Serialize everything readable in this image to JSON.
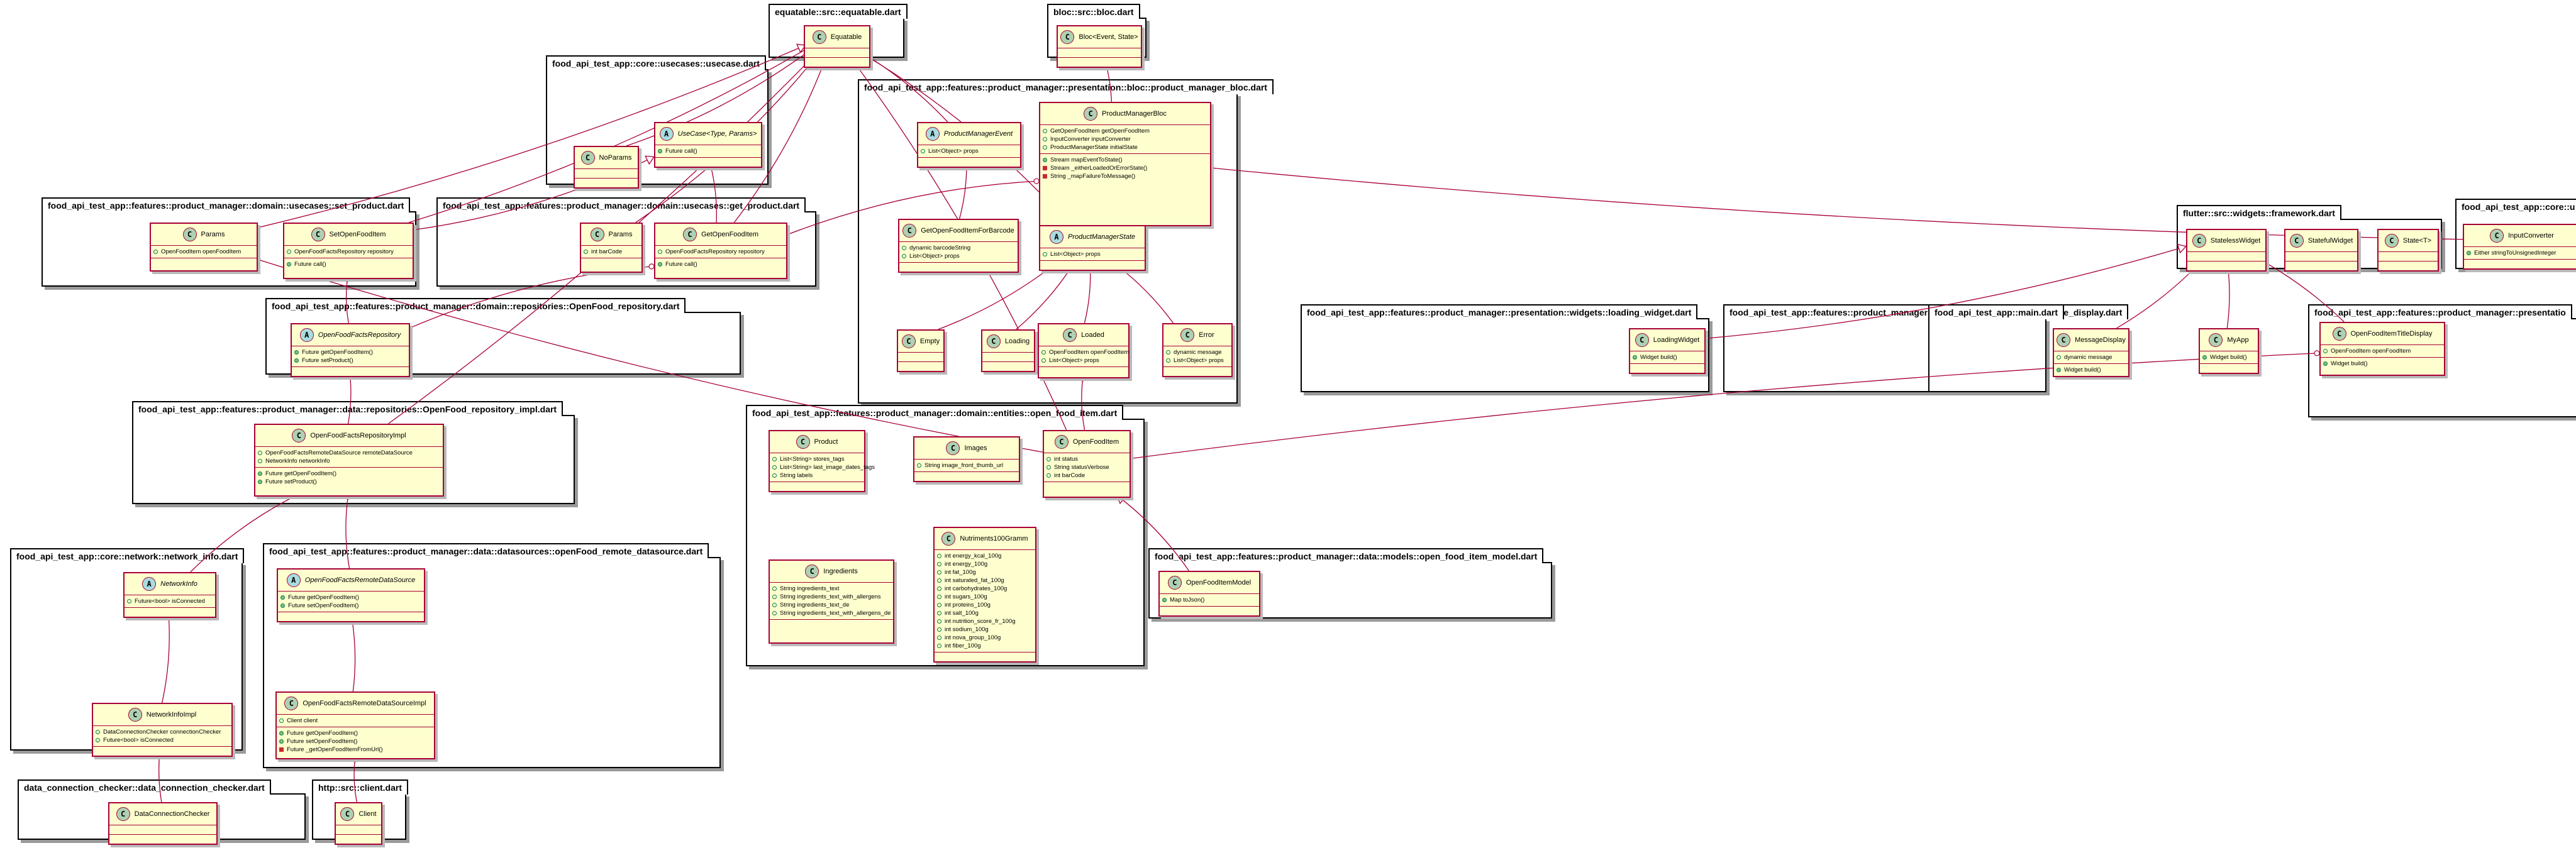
{
  "packages": [
    {
      "id": "p_equatable",
      "title": "equatable::src::equatable.dart"
    },
    {
      "id": "p_bloc",
      "title": "bloc::src::bloc.dart"
    },
    {
      "id": "p_usecase",
      "title": "food_api_test_app::core::usecases::usecase.dart"
    },
    {
      "id": "p_pmbloc",
      "title": "food_api_test_app::features::product_manager::presentation::bloc::product_manager_bloc.dart"
    },
    {
      "id": "p_setop",
      "title": "food_api_test_app::features::product_manager::domain::usecases::set_product.dart"
    },
    {
      "id": "p_getop",
      "title": "food_api_test_app::features::product_manager::domain::usecases::get_product.dart"
    },
    {
      "id": "p_repo",
      "title": "food_api_test_app::features::product_manager::domain::repositories::OpenFood_repository.dart"
    },
    {
      "id": "p_repoimpl",
      "title": "food_api_test_app::features::product_manager::data::repositories::OpenFood_repository_impl.dart"
    },
    {
      "id": "p_entities",
      "title": "food_api_test_app::features::product_manager::domain::entities::open_food_item.dart"
    },
    {
      "id": "p_network",
      "title": "food_api_test_app::core::network::network_info.dart"
    },
    {
      "id": "p_datasource",
      "title": "food_api_test_app::features::product_manager::data::datasources::openFood_remote_datasource.dart"
    },
    {
      "id": "p_dcc",
      "title": "data_connection_checker::data_connection_checker.dart"
    },
    {
      "id": "p_http",
      "title": "http::src::client.dart"
    },
    {
      "id": "p_model",
      "title": "food_api_test_app::features::product_manager::data::models::open_food_item_model.dart"
    },
    {
      "id": "p_loading",
      "title": "food_api_test_app::features::product_manager::presentation::widgets::loading_widget.dart"
    },
    {
      "id": "p_message",
      "title": "food_api_test_app::features::product_manager::presentation::widgets::message_display.dart"
    },
    {
      "id": "p_main",
      "title": "food_api_test_app::main.dart"
    },
    {
      "id": "p_framework",
      "title": "flutter::src::widgets::framework.dart"
    },
    {
      "id": "p_title",
      "title": "food_api_test_app::features::product_manager::presentatio"
    },
    {
      "id": "p_util",
      "title": "food_api_test_app::core::u"
    }
  ],
  "classes": [
    {
      "id": "Equatable",
      "kind": "C",
      "name": "Equatable",
      "abstract": false,
      "sections": []
    },
    {
      "id": "Bloc",
      "kind": "C",
      "name": "Bloc<Event, State>",
      "abstract": false,
      "sections": []
    },
    {
      "id": "NoParams",
      "kind": "C",
      "name": "NoParams",
      "abstract": false,
      "sections": []
    },
    {
      "id": "UseCase",
      "kind": "A",
      "name": "UseCase<Type, Params>",
      "abstract": true,
      "sections": [
        [
          {
            "v": "pubm",
            "t": "Future call()"
          }
        ]
      ]
    },
    {
      "id": "ProductManagerEvent",
      "kind": "A",
      "name": "ProductManagerEvent",
      "abstract": true,
      "sections": [
        [
          {
            "v": "pub",
            "t": "List<Object> props"
          }
        ]
      ]
    },
    {
      "id": "ProductManagerBloc",
      "kind": "C",
      "name": "ProductManagerBloc",
      "abstract": false,
      "sections": [
        [
          {
            "v": "pub",
            "t": "GetOpenFoodItem getOpenFoodItem"
          },
          {
            "v": "pub",
            "t": "InputConverter inputConverter"
          },
          {
            "v": "pub",
            "t": "ProductManagerState initialState"
          }
        ],
        [
          {
            "v": "pubm",
            "t": "Stream mapEventToState()"
          },
          {
            "v": "priv",
            "t": "Stream _eitherLoadedOrErrorState()"
          },
          {
            "v": "priv",
            "t": "String _mapFailureToMessage()"
          }
        ]
      ]
    },
    {
      "id": "GetOpenFoodItemForBarcode",
      "kind": "C",
      "name": "GetOpenFoodItemForBarcode",
      "abstract": false,
      "sections": [
        [
          {
            "v": "pub",
            "t": "dynamic barcodeString"
          },
          {
            "v": "pub",
            "t": "List<Object> props"
          }
        ]
      ]
    },
    {
      "id": "ProductManagerState",
      "kind": "A",
      "name": "ProductManagerState",
      "abstract": true,
      "sections": [
        [
          {
            "v": "pub",
            "t": "List<Object> props"
          }
        ]
      ]
    },
    {
      "id": "Empty",
      "kind": "C",
      "name": "Empty",
      "abstract": false,
      "sections": []
    },
    {
      "id": "Loading",
      "kind": "C",
      "name": "Loading",
      "abstract": false,
      "sections": []
    },
    {
      "id": "Loaded",
      "kind": "C",
      "name": "Loaded",
      "abstract": false,
      "sections": [
        [
          {
            "v": "pub",
            "t": "OpenFoodItem openFoodItem"
          },
          {
            "v": "pub",
            "t": "List<Object> props"
          }
        ]
      ]
    },
    {
      "id": "Error",
      "kind": "C",
      "name": "Error",
      "abstract": false,
      "sections": [
        [
          {
            "v": "pub",
            "t": "dynamic message"
          },
          {
            "v": "pub",
            "t": "List<Object> props"
          }
        ]
      ]
    },
    {
      "id": "ParamsSet",
      "kind": "C",
      "name": "Params",
      "abstract": false,
      "sections": [
        [
          {
            "v": "pub",
            "t": "OpenFoodItem openFoodItem"
          }
        ]
      ]
    },
    {
      "id": "SetOpenFoodItem",
      "kind": "C",
      "name": "SetOpenFoodItem",
      "abstract": false,
      "sections": [
        [
          {
            "v": "pub",
            "t": "OpenFoodFactsRepository repository"
          }
        ],
        [
          {
            "v": "pubm",
            "t": "Future call()"
          }
        ]
      ]
    },
    {
      "id": "ParamsGet",
      "kind": "C",
      "name": "Params",
      "abstract": false,
      "sections": [
        [
          {
            "v": "pub",
            "t": "int barCode"
          }
        ]
      ]
    },
    {
      "id": "GetOpenFoodItem",
      "kind": "C",
      "name": "GetOpenFoodItem",
      "abstract": false,
      "sections": [
        [
          {
            "v": "pub",
            "t": "OpenFoodFactsRepository repository"
          }
        ],
        [
          {
            "v": "pubm",
            "t": "Future call()"
          }
        ]
      ]
    },
    {
      "id": "OpenFoodFactsRepository",
      "kind": "A",
      "name": "OpenFoodFactsRepository",
      "abstract": true,
      "sections": [
        [
          {
            "v": "pubm",
            "t": "Future getOpenFoodItem()"
          },
          {
            "v": "pubm",
            "t": "Future setProduct()"
          }
        ]
      ]
    },
    {
      "id": "OpenFoodFactsRepositoryImpl",
      "kind": "C",
      "name": "OpenFoodFactsRepositoryImpl",
      "abstract": false,
      "sections": [
        [
          {
            "v": "pub",
            "t": "OpenFoodFactsRemoteDataSource remoteDataSource"
          },
          {
            "v": "pub",
            "t": "NetworkInfo networkInfo"
          }
        ],
        [
          {
            "v": "pubm",
            "t": "Future getOpenFoodItem()"
          },
          {
            "v": "pubm",
            "t": "Future setProduct()"
          }
        ]
      ]
    },
    {
      "id": "Product",
      "kind": "C",
      "name": "Product",
      "abstract": false,
      "sections": [
        [
          {
            "v": "pub",
            "t": "List<String> stores_tags"
          },
          {
            "v": "pub",
            "t": "List<String> last_image_dates_tags"
          },
          {
            "v": "pub",
            "t": "String labels"
          }
        ]
      ]
    },
    {
      "id": "Images",
      "kind": "C",
      "name": "Images",
      "abstract": false,
      "sections": [
        [
          {
            "v": "pub",
            "t": "String image_front_thumb_url"
          }
        ]
      ]
    },
    {
      "id": "OpenFoodItem",
      "kind": "C",
      "name": "OpenFoodItem",
      "abstract": false,
      "sections": [
        [
          {
            "v": "pub",
            "t": "int status"
          },
          {
            "v": "pub",
            "t": "String statusVerbose"
          },
          {
            "v": "pub",
            "t": "int barCode"
          }
        ]
      ]
    },
    {
      "id": "Ingredients",
      "kind": "C",
      "name": "Ingredients",
      "abstract": false,
      "sections": [
        [
          {
            "v": "pub",
            "t": "String ingredients_text"
          },
          {
            "v": "pub",
            "t": "String ingredients_text_with_allergens"
          },
          {
            "v": "pub",
            "t": "String ingredients_text_de"
          },
          {
            "v": "pub",
            "t": "String ingredients_text_with_allergens_de"
          }
        ]
      ]
    },
    {
      "id": "Nutriments100Gramm",
      "kind": "C",
      "name": "Nutriments100Gramm",
      "abstract": false,
      "sections": [
        [
          {
            "v": "pub",
            "t": "int energy_kcal_100g"
          },
          {
            "v": "pub",
            "t": "int energy_100g"
          },
          {
            "v": "pub",
            "t": "int fat_100g"
          },
          {
            "v": "pub",
            "t": "int saturated_fat_100g"
          },
          {
            "v": "pub",
            "t": "int carbohydrates_100g"
          },
          {
            "v": "pub",
            "t": "int sugars_100g"
          },
          {
            "v": "pub",
            "t": "int proteins_100g"
          },
          {
            "v": "pub",
            "t": "int salt_100g"
          },
          {
            "v": "pub",
            "t": "int nutrition_score_fr_100g"
          },
          {
            "v": "pub",
            "t": "int sodium_100g"
          },
          {
            "v": "pub",
            "t": "int nova_group_100g"
          },
          {
            "v": "pub",
            "t": "int fiber_100g"
          }
        ]
      ]
    },
    {
      "id": "NetworkInfo",
      "kind": "A",
      "name": "NetworkInfo",
      "abstract": true,
      "sections": [
        [
          {
            "v": "pub",
            "t": "Future<bool> isConnected"
          }
        ]
      ]
    },
    {
      "id": "NetworkInfoImpl",
      "kind": "C",
      "name": "NetworkInfoImpl",
      "abstract": false,
      "sections": [
        [
          {
            "v": "pub",
            "t": "DataConnectionChecker connectionChecker"
          },
          {
            "v": "pub",
            "t": "Future<bool> isConnected"
          }
        ]
      ]
    },
    {
      "id": "OpenFoodFactsRemoteDataSource",
      "kind": "A",
      "name": "OpenFoodFactsRemoteDataSource",
      "abstract": true,
      "sections": [
        [
          {
            "v": "pubm",
            "t": "Future getOpenFoodItem()"
          },
          {
            "v": "pubm",
            "t": "Future setOpenFoodItem()"
          }
        ]
      ]
    },
    {
      "id": "OpenFoodFactsRemoteDataSourceImpl",
      "kind": "C",
      "name": "OpenFoodFactsRemoteDataSourceImpl",
      "abstract": false,
      "sections": [
        [
          {
            "v": "pub",
            "t": "Client client"
          }
        ],
        [
          {
            "v": "pubm",
            "t": "Future getOpenFoodItem()"
          },
          {
            "v": "pubm",
            "t": "Future setOpenFoodItem()"
          },
          {
            "v": "priv",
            "t": "Future _getOpenFoodItemFromUrl()"
          }
        ]
      ]
    },
    {
      "id": "DataConnectionChecker",
      "kind": "C",
      "name": "DataConnectionChecker",
      "abstract": false,
      "sections": []
    },
    {
      "id": "Client",
      "kind": "C",
      "name": "Client",
      "abstract": false,
      "sections": []
    },
    {
      "id": "OpenFoodItemModel",
      "kind": "C",
      "name": "OpenFoodItemModel",
      "abstract": false,
      "sections": [
        [
          {
            "v": "pubm",
            "t": "Map toJson()"
          }
        ]
      ]
    },
    {
      "id": "LoadingWidget",
      "kind": "C",
      "name": "LoadingWidget",
      "abstract": false,
      "sections": [
        [
          {
            "v": "pubm",
            "t": "Widget build()"
          }
        ]
      ]
    },
    {
      "id": "MessageDisplay",
      "kind": "C",
      "name": "MessageDisplay",
      "abstract": false,
      "sections": [
        [
          {
            "v": "pub",
            "t": "dynamic message"
          }
        ],
        [
          {
            "v": "pubm",
            "t": "Widget build()"
          }
        ]
      ]
    },
    {
      "id": "MyApp",
      "kind": "C",
      "name": "MyApp",
      "abstract": false,
      "sections": [
        [
          {
            "v": "pubm",
            "t": "Widget build()"
          }
        ]
      ]
    },
    {
      "id": "StatelessWidget",
      "kind": "C",
      "name": "StatelessWidget",
      "abstract": false,
      "sections": []
    },
    {
      "id": "StatefulWidget",
      "kind": "C",
      "name": "StatefulWidget",
      "abstract": false,
      "sections": []
    },
    {
      "id": "State",
      "kind": "C",
      "name": "State<T>",
      "abstract": false,
      "sections": []
    },
    {
      "id": "OpenFoodItemTitleDisplay",
      "kind": "C",
      "name": "OpenFoodItemTitleDisplay",
      "abstract": false,
      "sections": [
        [
          {
            "v": "pub",
            "t": "OpenFoodItem openFoodItem"
          }
        ],
        [
          {
            "v": "pubm",
            "t": "Widget build()"
          }
        ]
      ]
    },
    {
      "id": "InputConverter",
      "kind": "C",
      "name": "InputConverter",
      "abstract": false,
      "sections": [
        [
          {
            "v": "pubm",
            "t": "Either stringToUnsignedInteger"
          }
        ]
      ]
    }
  ],
  "colors": {
    "edge": "#a80036",
    "class_fill": "#fefece",
    "class_border": "#a80036",
    "badge_class": "#add1b2",
    "badge_abstract": "#a9dcdf"
  }
}
